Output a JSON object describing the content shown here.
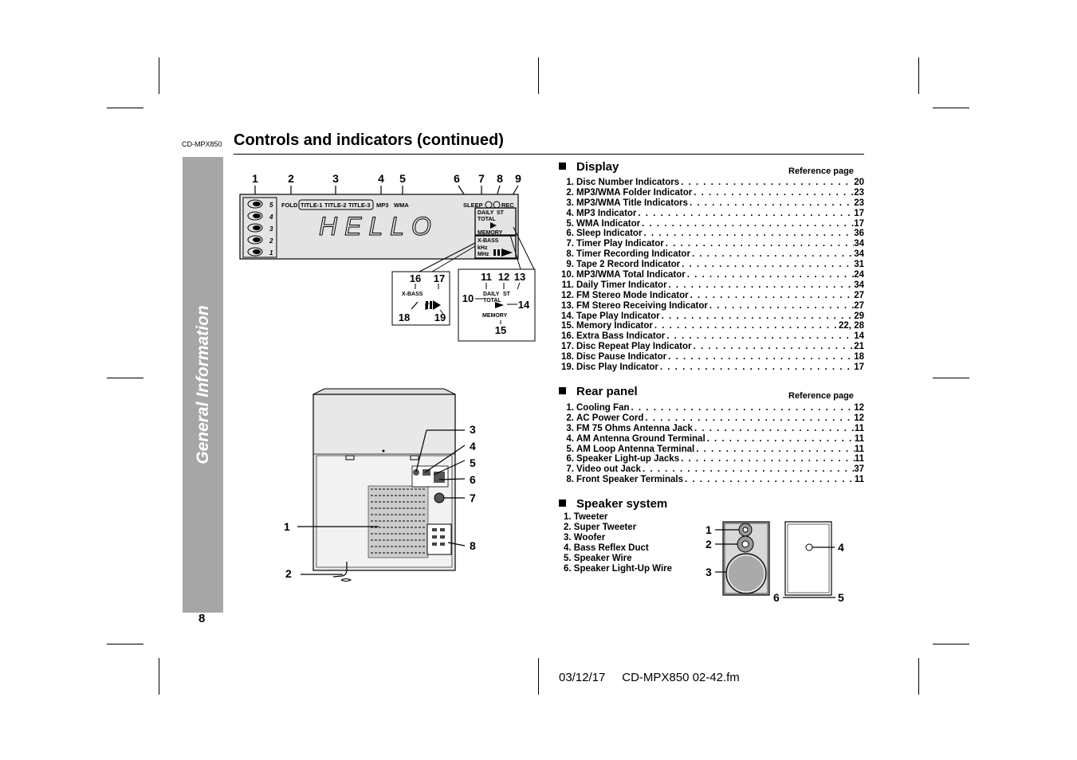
{
  "header": {
    "model": "CD-MPX850",
    "title": "Controls and indicators (continued)"
  },
  "sidebar": {
    "label": "General Information"
  },
  "page_number": "8",
  "footer": {
    "date": "03/12/17",
    "file": "CD-MPX850 02-42.fm"
  },
  "display_section": {
    "heading": "Display",
    "ref_header": "Reference page",
    "items": [
      {
        "n": "1.",
        "label": "Disc Number Indicators",
        "page": "20"
      },
      {
        "n": "2.",
        "label": "MP3/WMA Folder Indicator",
        "page": "23"
      },
      {
        "n": "3.",
        "label": "MP3/WMA Title Indicators",
        "page": "23"
      },
      {
        "n": "4.",
        "label": "MP3 Indicator",
        "page": "17"
      },
      {
        "n": "5.",
        "label": "WMA Indicator",
        "page": "17"
      },
      {
        "n": "6.",
        "label": "Sleep Indicator",
        "page": "36"
      },
      {
        "n": "7.",
        "label": "Timer Play Indicator",
        "page": "34"
      },
      {
        "n": "8.",
        "label": "Timer Recording Indicator",
        "page": "34"
      },
      {
        "n": "9.",
        "label": "Tape 2 Record Indicator",
        "page": "31"
      },
      {
        "n": "10.",
        "label": "MP3/WMA Total Indicator",
        "page": "24"
      },
      {
        "n": "11.",
        "label": "Daily Timer Indicator",
        "page": "34"
      },
      {
        "n": "12.",
        "label": "FM Stereo Mode Indicator",
        "page": "27"
      },
      {
        "n": "13.",
        "label": "FM Stereo Receiving Indicator",
        "page": "27"
      },
      {
        "n": "14.",
        "label": "Tape Play Indicator",
        "page": "29"
      },
      {
        "n": "15.",
        "label": "Memory Indicator",
        "page": "22, 28"
      },
      {
        "n": "16.",
        "label": "Extra Bass Indicator",
        "page": "14"
      },
      {
        "n": "17.",
        "label": "Disc Repeat Play Indicator",
        "page": "21"
      },
      {
        "n": "18.",
        "label": "Disc Pause Indicator",
        "page": "18"
      },
      {
        "n": "19.",
        "label": "Disc Play Indicator",
        "page": "17"
      }
    ]
  },
  "rear_section": {
    "heading": "Rear panel",
    "ref_header": "Reference page",
    "items": [
      {
        "n": "1.",
        "label": "Cooling Fan",
        "page": "12"
      },
      {
        "n": "2.",
        "label": "AC Power Cord",
        "page": "12"
      },
      {
        "n": "3.",
        "label": "FM 75 Ohms Antenna Jack",
        "page": "11"
      },
      {
        "n": "4.",
        "label": "AM Antenna Ground Terminal",
        "page": "11"
      },
      {
        "n": "5.",
        "label": "AM Loop Antenna Terminal",
        "page": "11"
      },
      {
        "n": "6.",
        "label": "Speaker Light-up Jacks",
        "page": "11"
      },
      {
        "n": "7.",
        "label": "Video out Jack",
        "page": "37"
      },
      {
        "n": "8.",
        "label": "Front Speaker Terminals",
        "page": "11"
      }
    ]
  },
  "speaker_section": {
    "heading": "Speaker system",
    "items": [
      "1. Tweeter",
      "2. Super Tweeter",
      "3. Woofer",
      "4. Bass Reflex Duct",
      "5. Speaker Wire",
      "6. Speaker Light-Up Wire"
    ]
  },
  "display_diagram": {
    "callouts": [
      "1",
      "2",
      "3",
      "4",
      "5",
      "6",
      "7",
      "8",
      "9",
      "10",
      "11",
      "12",
      "13",
      "14",
      "15",
      "16",
      "17",
      "18",
      "19"
    ],
    "fold": "FOLD",
    "titles": [
      "TITLE-1",
      "TITLE-2",
      "TITLE-3"
    ],
    "mp3": "MP3",
    "wma": "WMA",
    "sleep": "SLEEP",
    "rec": "REC",
    "lcd_text": "HELLO",
    "disc_numbers": [
      "5",
      "4",
      "3",
      "2",
      "1"
    ],
    "daily": "DAILY",
    "st": "ST",
    "total": "TOTAL",
    "memory": "MEMORY",
    "xbass": "X-BASS",
    "khz": "kHz",
    "mhz": "MHz"
  },
  "rear_diagram": {
    "callouts": [
      "1",
      "2",
      "3",
      "4",
      "5",
      "6",
      "7",
      "8"
    ]
  },
  "speaker_diagram": {
    "callouts": [
      "1",
      "2",
      "3",
      "4",
      "5",
      "6"
    ]
  }
}
